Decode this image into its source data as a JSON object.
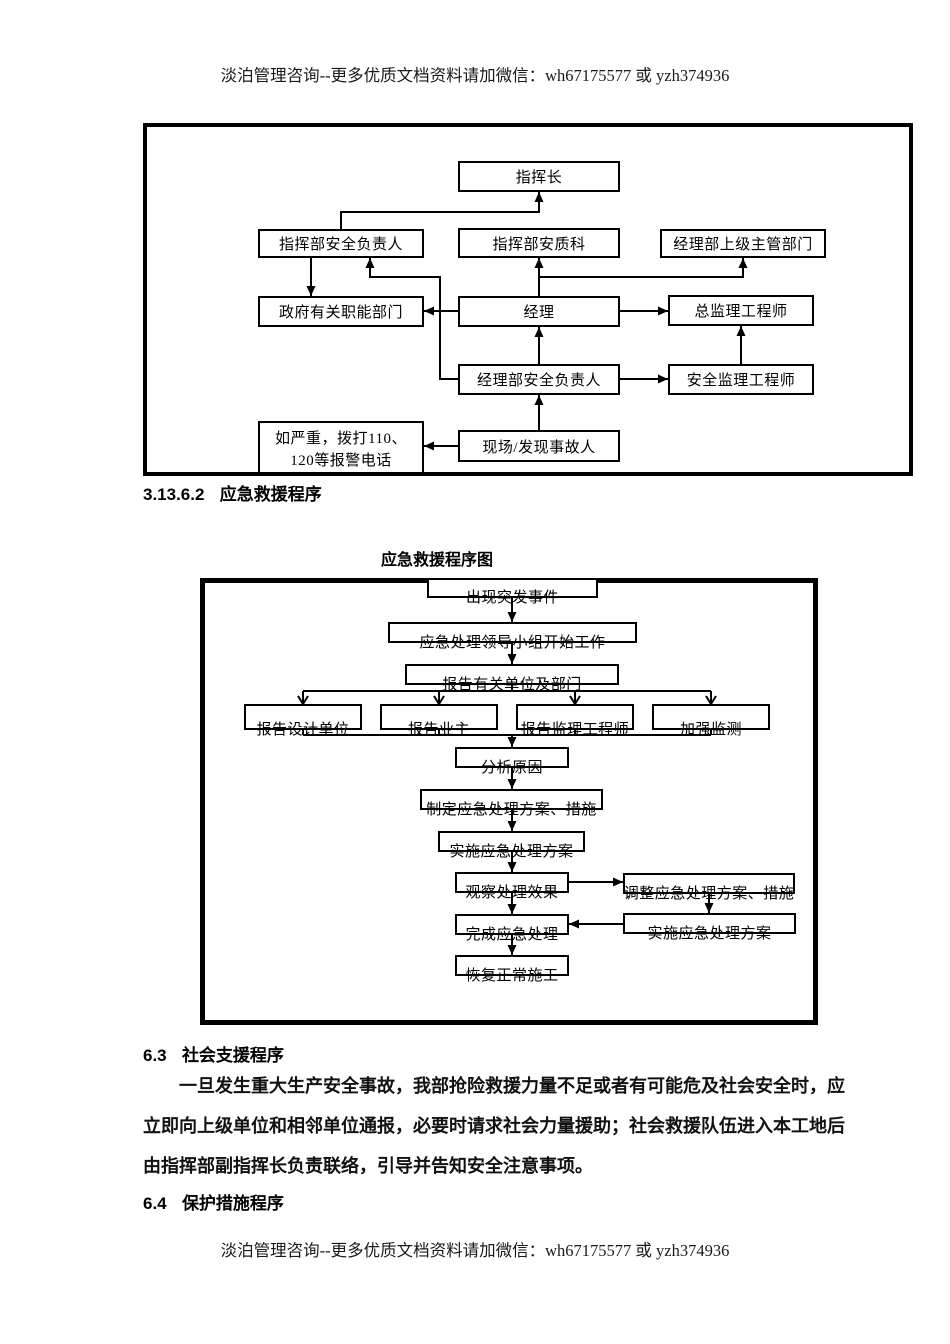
{
  "header": {
    "text": "淡泊管理咨询--更多优质文档资料请加微信：wh67175577 或 yzh374936"
  },
  "footer": {
    "text": "淡泊管理咨询--更多优质文档资料请加微信：wh67175577 或 yzh374936"
  },
  "section_rescue": {
    "number": "3.13.6.2",
    "title": "应急救援程序"
  },
  "org_chart": {
    "boxes": {
      "commander": "指挥长",
      "hq_safety_head": "指挥部安全负责人",
      "hq_safety_quality_dept": "指挥部安质科",
      "manager_dept_superior": "经理部上级主管部门",
      "government_depts": "政府有关职能部门",
      "manager": "经理",
      "chief_supervising_engineer": "总监理工程师",
      "manager_dept_safety_head": "经理部安全负责人",
      "safety_supervising_engineer": "安全监理工程师",
      "emergency_call_line1": "如严重，拨打110、",
      "emergency_call_line2": "120等报警电话",
      "site_discoverer": "现场/发现事故人"
    }
  },
  "rescue_chart": {
    "title": "应急救援程序图",
    "boxes": {
      "incident": "出现突发事件",
      "leading_group_start": "应急处理领导小组开始工作",
      "report_units_depts": "报告有关单位及部门",
      "report_design_unit": "报告设计单位",
      "report_owner": "报告业主",
      "report_supervising_engineer": "报告监理工程师",
      "strengthen_monitoring": "加强监测",
      "analyze_cause": "分析原因",
      "formulate_plan": "制定应急处理方案、措施",
      "implement_plan": "实施应急处理方案",
      "observe_effect": "观察处理效果",
      "adjust_plan": "调整应急处理方案、措施",
      "complete_handling": "完成应急处理",
      "implement_plan_2": "实施应急处理方案",
      "resume_construction": "恢复正常施工"
    }
  },
  "section_63": {
    "number": "6.3",
    "title": "社会支援程序",
    "lines": [
      "一旦发生重大生产安全事故，我部抢险救援力量不足或者有可能危及社会安全时，应",
      "立即向上级单位和相邻单位通报，必要时请求社会力量援助；社会救援队伍进入本工地后",
      "由指挥部副指挥长负责联络，引导并告知安全注意事项。"
    ]
  },
  "section_64": {
    "number": "6.4",
    "title": "保护措施程序"
  }
}
